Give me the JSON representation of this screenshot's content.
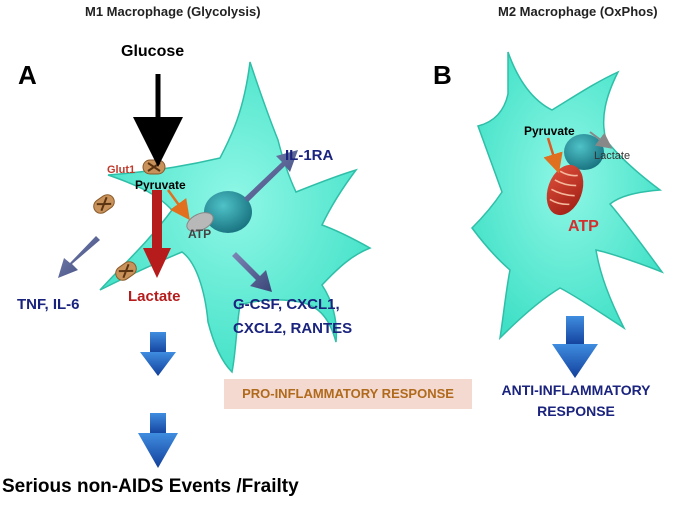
{
  "panel_a": {
    "title": "M1 Macrophage (Glycolysis)",
    "letter": "A",
    "glucose": "Glucose",
    "glut1": "Glut1",
    "pyruvate": "Pyruvate",
    "atp": "ATP",
    "lactate": "Lactate",
    "il1ra": "IL-1RA",
    "tnf": "TNF, IL-6",
    "gcsf_line1": "G-CSF, CXCL1,",
    "gcsf_line2": "CXCL2, RANTES",
    "pro_response": "PRO-INFLAMMATORY RESPONSE",
    "outcome": "Serious  non-AIDS Events /Frailty"
  },
  "panel_b": {
    "title": "M2 Macrophage (OxPhos)",
    "letter": "B",
    "pyruvate": "Pyruvate",
    "lactate": "Lactate",
    "atp": "ATP",
    "anti_line1": "ANTI-INFLAMMATORY",
    "anti_line2": "RESPONSE"
  },
  "colors": {
    "cell_fill": "#5ef0d8",
    "cell_stroke": "#2fbfa8",
    "navy_text": "#1a237e",
    "lactate_red": "#b71c1c",
    "atp_red": "#d32f2f",
    "pro_box_bg": "#f4d9d0",
    "pro_text": "#b06a1c",
    "blue_arrow": "#1e5bb8"
  }
}
